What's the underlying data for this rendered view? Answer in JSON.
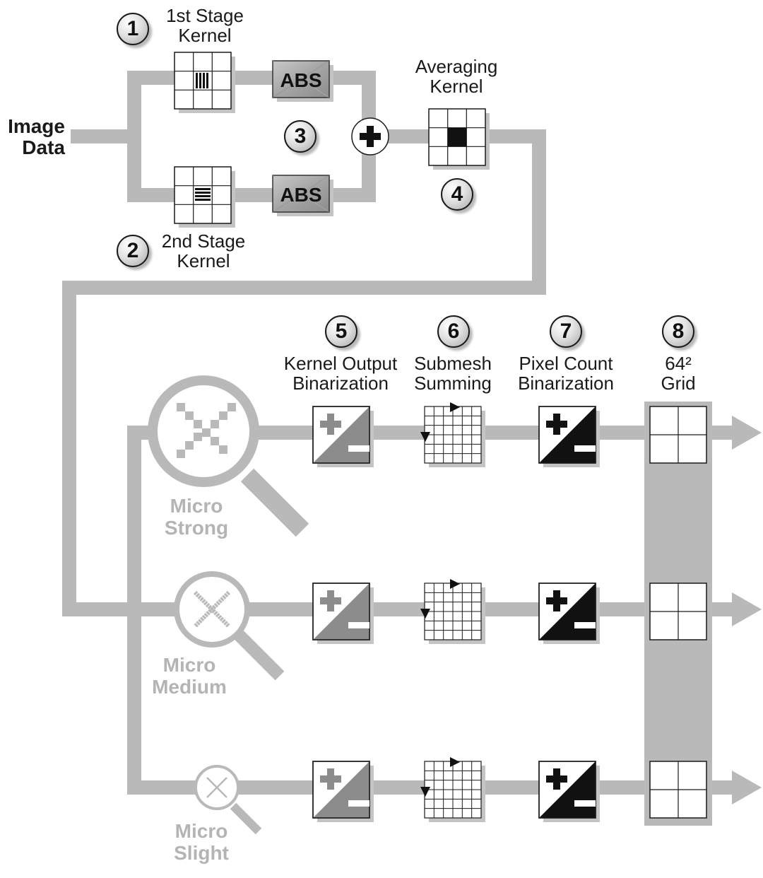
{
  "input": {
    "label_line1": "Image",
    "label_line2": "Data"
  },
  "steps": [
    {
      "number": "1",
      "label_line1": "1st Stage",
      "label_line2": "Kernel",
      "icon": "vertical-stripes-kernel"
    },
    {
      "number": "2",
      "label_line1": "2nd Stage",
      "label_line2": "Kernel",
      "icon": "horizontal-stripes-kernel"
    },
    {
      "number": "3",
      "label_line1": "",
      "label_line2": "",
      "icon": "abs-sum"
    },
    {
      "number": "4",
      "label_line1": "Averaging",
      "label_line2": "Kernel",
      "icon": "averaging-kernel"
    },
    {
      "number": "5",
      "label_line1": "Kernel Output",
      "label_line2": "Binarization",
      "icon": "plus-minus-grey"
    },
    {
      "number": "6",
      "label_line1": "Submesh",
      "label_line2": "Summing",
      "icon": "submesh-grid"
    },
    {
      "number": "7",
      "label_line1": "Pixel Count",
      "label_line2": "Binarization",
      "icon": "plus-minus-black"
    },
    {
      "number": "8",
      "label_line1": "64²",
      "label_line2": "Grid",
      "icon": "quad-grid"
    }
  ],
  "abs_label": "ABS",
  "sum_symbol": "+",
  "branches": [
    {
      "label_line1": "Micro",
      "label_line2": "Strong",
      "icon": "magnifier-large"
    },
    {
      "label_line1": "Micro",
      "label_line2": "Medium",
      "icon": "magnifier-medium"
    },
    {
      "label_line1": "Micro",
      "label_line2": "Slight",
      "icon": "magnifier-small"
    }
  ],
  "colors": {
    "pipe": "#b9b9b9",
    "ink": "#1a1a1a",
    "branch_label": "#b4b4b4",
    "abs_fill": "#a9a9a9",
    "minus_grey": "#8c8c8c"
  }
}
